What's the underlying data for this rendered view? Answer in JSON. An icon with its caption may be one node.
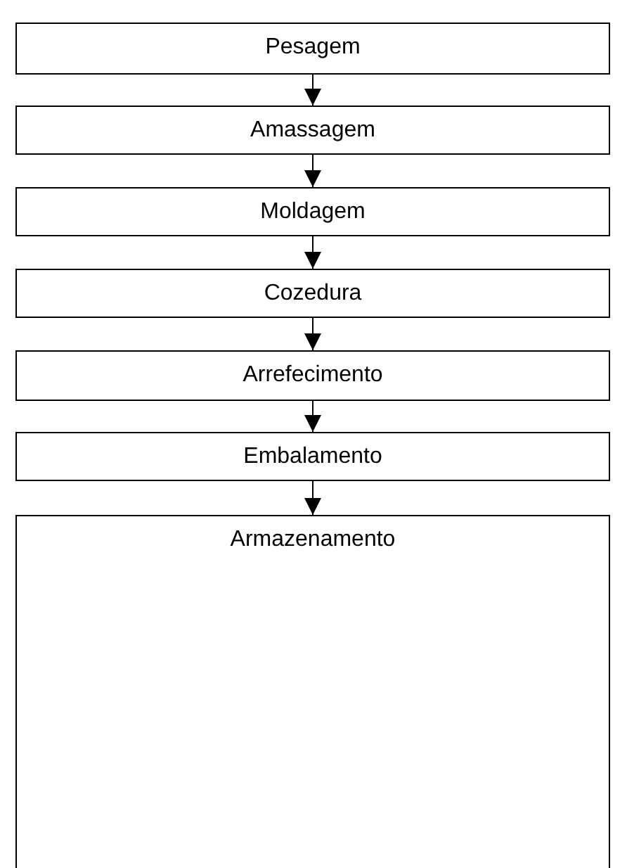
{
  "diagram": {
    "nodes": [
      {
        "text": [
          "Pesagem"
        ]
      },
      {
        "text": [
          "Amassagem"
        ]
      },
      {
        "text": [
          "Moldagem"
        ]
      },
      {
        "text": [
          "Cozedura"
        ]
      },
      {
        "text": [
          "Arrefecimento"
        ]
      },
      {
        "text": [
          "Embalamento"
        ]
      },
      {
        "text": [
          "Armazenamento"
        ]
      }
    ],
    "edges": [
      {
        "from": 0,
        "to": 1,
        "arrow": "to"
      },
      {
        "from": 1,
        "to": 2,
        "arrow": "to"
      },
      {
        "from": 2,
        "to": 3,
        "arrow": "to"
      },
      {
        "from": 3,
        "to": 4,
        "arrow": "to"
      },
      {
        "from": 4,
        "to": 5,
        "arrow": "to"
      },
      {
        "from": 5,
        "to": 6,
        "arrow": "to"
      }
    ]
  }
}
